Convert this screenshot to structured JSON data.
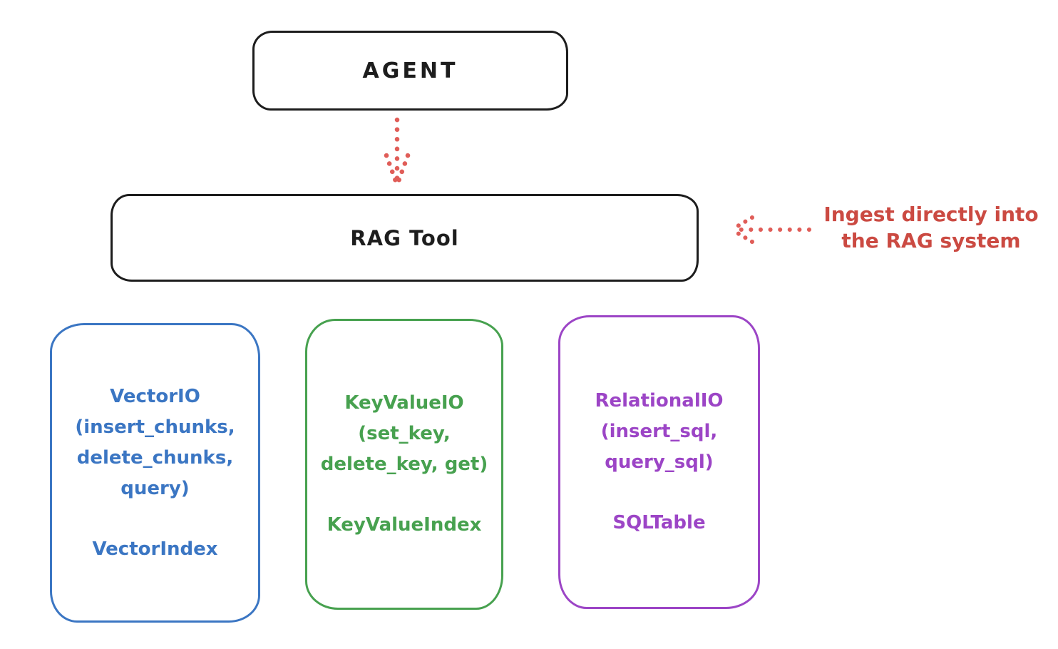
{
  "nodes": {
    "agent": {
      "label": "AGENT"
    },
    "rag_tool": {
      "label": "RAG Tool"
    }
  },
  "annotation": {
    "line1": "Ingest directly into",
    "line2": "the RAG system"
  },
  "io_nodes": [
    {
      "name": "VectorIO",
      "lines": [
        "VectorIO",
        "(insert_chunks,",
        "delete_chunks,",
        "query)"
      ],
      "index_label": "VectorIndex",
      "color": "#3b76c3"
    },
    {
      "name": "KeyValueIO",
      "lines": [
        "KeyValueIO",
        "(set_key,",
        "delete_key, get)"
      ],
      "index_label": "KeyValueIndex",
      "color": "#47a14f"
    },
    {
      "name": "RelationalIO",
      "lines": [
        "RelationalIO",
        "(insert_sql,",
        "query_sql)"
      ],
      "index_label": "SQLTable",
      "color": "#9c45c6"
    }
  ],
  "colors": {
    "node_stroke": "#1d1d1d",
    "arrow_red": "#e05d58",
    "annotation_red": "#cb4a42"
  }
}
